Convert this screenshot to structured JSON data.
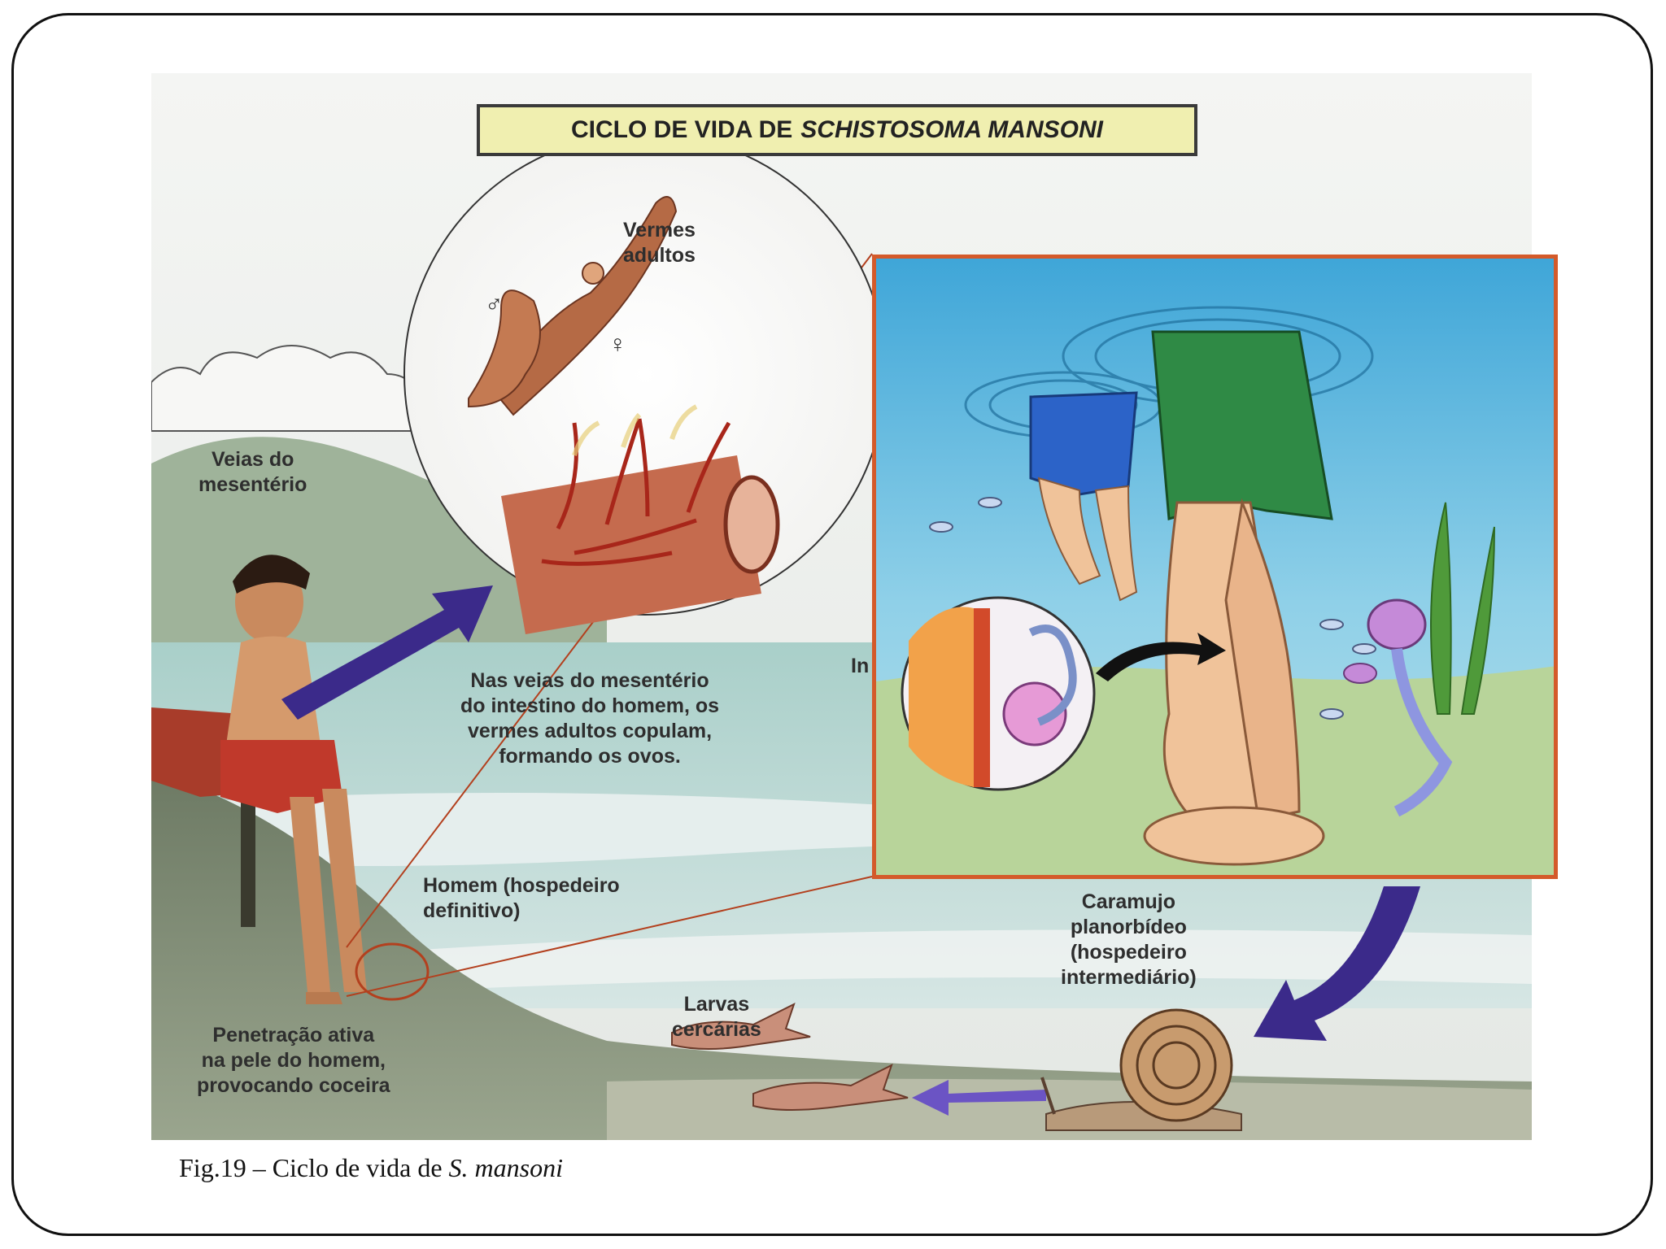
{
  "title": {
    "prefix": "CICLO DE VIDA DE",
    "species": "SCHISTOSOMA MANSONI"
  },
  "labels": {
    "vermes": [
      "Vermes",
      "adultos"
    ],
    "veias": [
      "Veias do",
      "mesentério"
    ],
    "copulam": [
      "Nas veias do mesentério",
      "do intestino do homem, os",
      "vermes adultos copulam,",
      "formando os ovos."
    ],
    "homem": [
      "Homem (hospedeiro",
      "definitivo)"
    ],
    "penetracao": [
      "Penetração ativa",
      "na pele do homem,",
      "provocando coceira"
    ],
    "larvas": [
      "Larvas",
      "cercárias"
    ],
    "caramujo": [
      "Caramujo",
      "planorbídeo",
      "(hospedeiro",
      "intermediário)"
    ],
    "cut": "In",
    "male_symbol": "♂",
    "female_symbol": "♀"
  },
  "caption": {
    "prefix": "Fig.19 – Ciclo de vida de",
    "species": "S. mansoni"
  },
  "colors": {
    "inset_border": "#d45a2a",
    "water": "#bcd8d4",
    "arrow": "#3b2a8a",
    "title_box": "#f0efb0"
  }
}
